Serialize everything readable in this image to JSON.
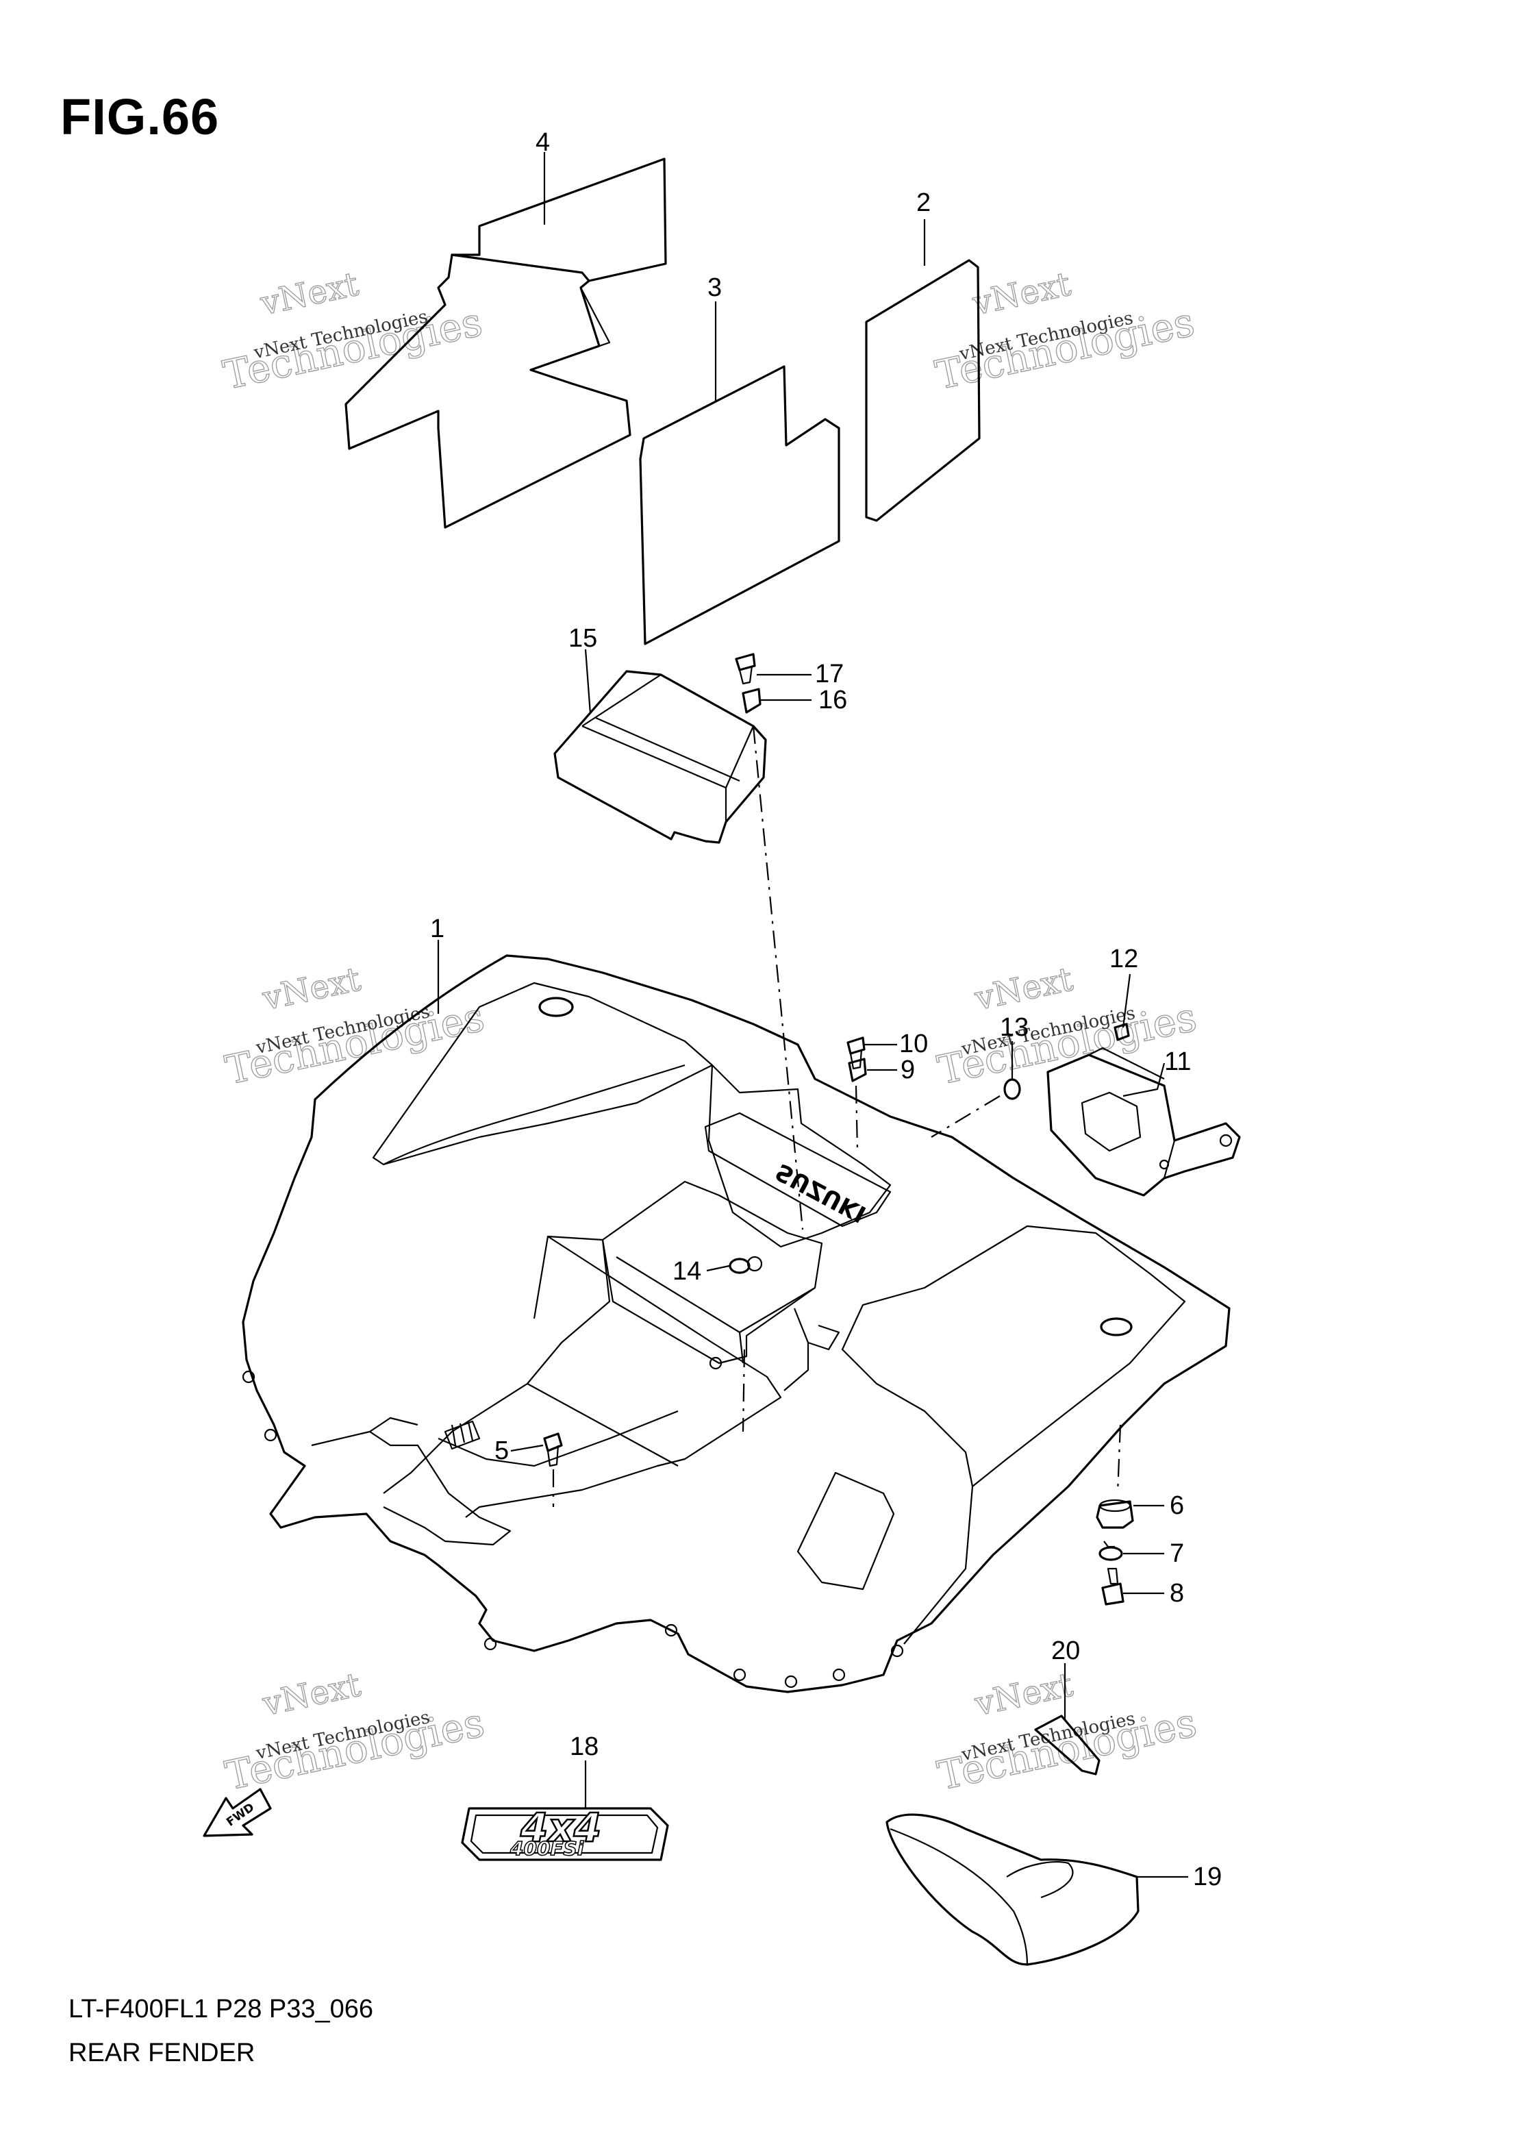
{
  "figure": {
    "title": "FIG.66",
    "model_code": "LT-F400FL1 P28 P33_066",
    "section_name": "REAR FENDER"
  },
  "watermark": {
    "line1": "vNext",
    "line2": "Technologies",
    "small_text": "vNext Technologies"
  },
  "callouts": [
    "1",
    "2",
    "3",
    "4",
    "5",
    "6",
    "7",
    "8",
    "9",
    "10",
    "11",
    "12",
    "13",
    "14",
    "15",
    "16",
    "17",
    "18",
    "19",
    "20"
  ],
  "decals": {
    "brand": "SUZUKI",
    "emblem_main": "4x4",
    "emblem_sub": "400FSi",
    "direction_arrow": "FWD"
  }
}
